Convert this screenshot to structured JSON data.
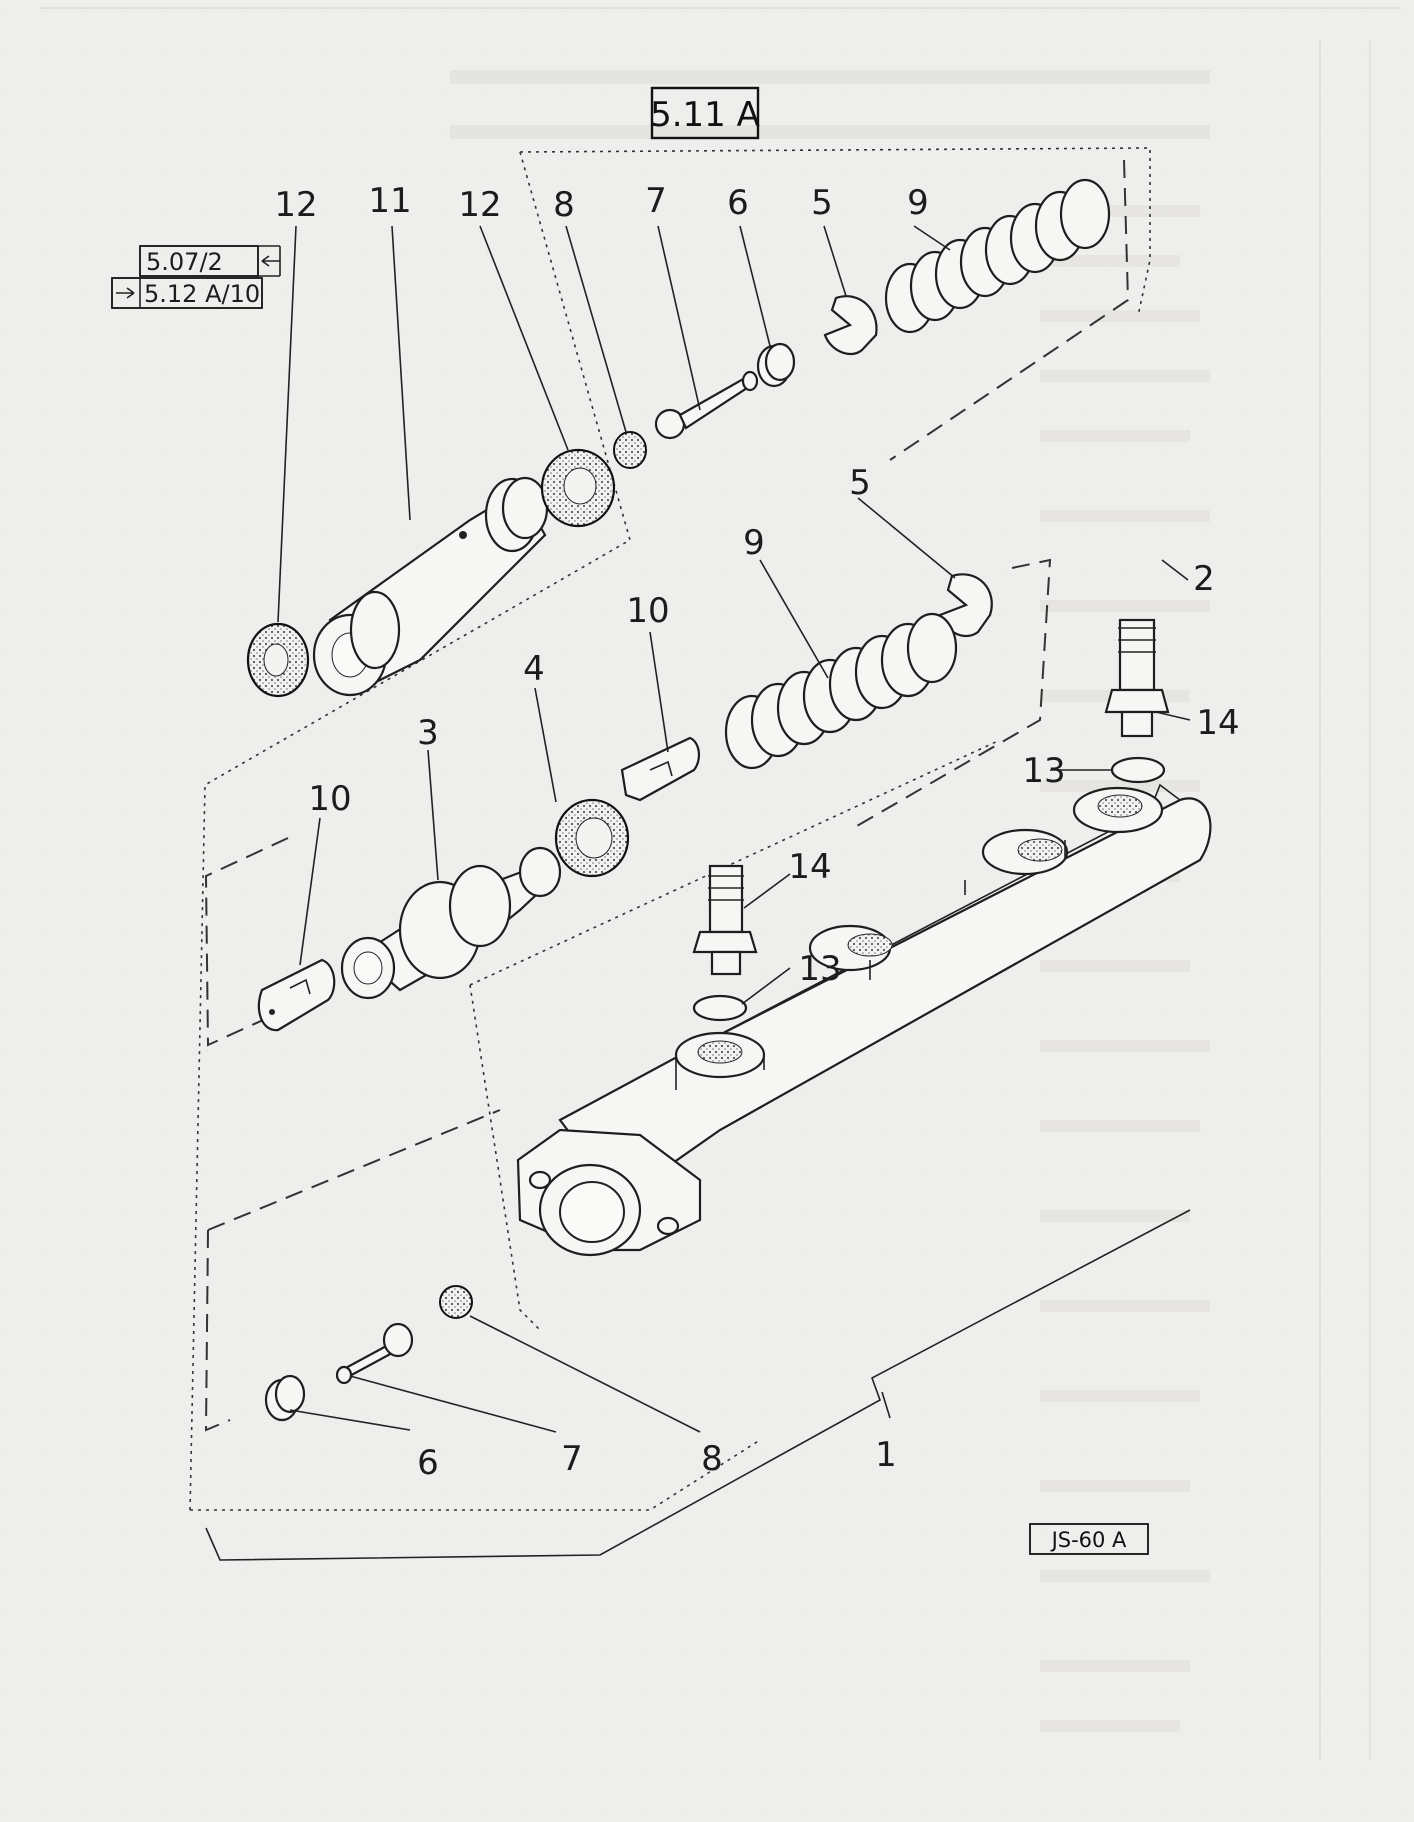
{
  "title": "5.11 A",
  "cross_refs": [
    "5.07/2",
    "5.12 A/10"
  ],
  "drawing_code": "JS-60 A",
  "callouts": {
    "c12a": "12",
    "c11": "11",
    "c12b": "12",
    "c8a": "8",
    "c7a": "7",
    "c6a": "6",
    "c5a": "5",
    "c9a": "9",
    "c5b": "5",
    "c2": "2",
    "c9b": "9",
    "c10a": "10",
    "c4": "4",
    "c3": "3",
    "c10b": "10",
    "c14a": "14",
    "c13a": "13",
    "c14b": "14",
    "c13b": "13",
    "c6b": "6",
    "c7b": "7",
    "c8b": "8",
    "c1": "1"
  }
}
